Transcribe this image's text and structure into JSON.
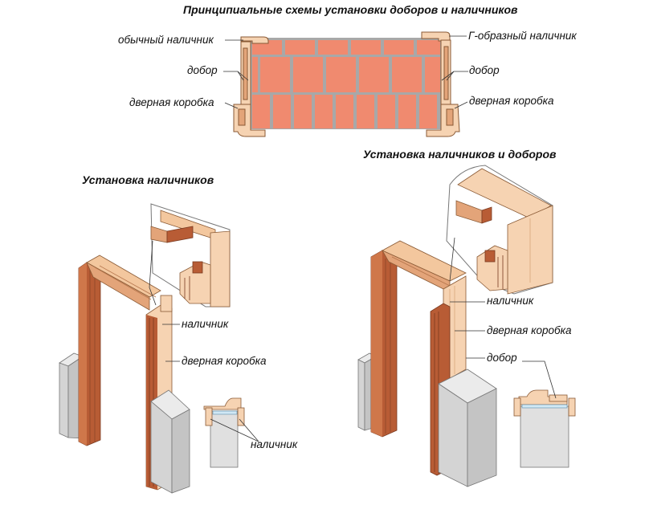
{
  "title": "Принципиальные схемы установки доборов и наличников",
  "top_labels": {
    "casing_regular": "обычный наличник",
    "extension_left": "добор",
    "frame_left": "дверная коробка",
    "casing_l_shaped": "Г-образный наличник",
    "extension_right": "добор",
    "frame_right": "дверная коробка"
  },
  "left_section": {
    "title": "Установка наличников",
    "label_casing": "наличник",
    "label_frame": "дверная коробка",
    "label_casing_bottom": "наличник"
  },
  "right_section": {
    "title": "Установка наличников и доборов",
    "label_casing": "наличник",
    "label_frame": "дверная коробка",
    "label_extension": "добор"
  },
  "colors": {
    "brick": "#f08a6f",
    "mortar": "#b0b0b0",
    "wood_light": "#f6d3b2",
    "wood_mid": "#e3a479",
    "wood_dark": "#b85c35",
    "concrete": "#d4d4d4",
    "concrete_light": "#ebebeb"
  }
}
